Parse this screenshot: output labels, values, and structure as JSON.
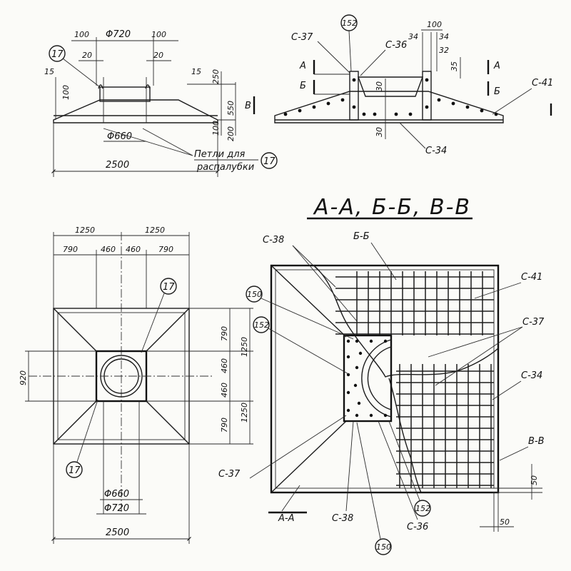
{
  "elevation": {
    "d100_left": "100",
    "d_phi720": "Φ720",
    "d100_right": "100",
    "d20_left": "20",
    "d20_right": "20",
    "d15_left": "15",
    "d15_right": "15",
    "d100_side": "100",
    "d250": "250",
    "d550": "550",
    "section_b": "В",
    "d100_bottom": "100",
    "d200": "200",
    "d_phi660": "Φ660",
    "d2500": "2500",
    "callout_17": "17",
    "note_line1": "Петли для",
    "note_line2": "распалубки"
  },
  "section_view": {
    "c37": "С-37",
    "c36": "С-36",
    "c41": "С-41",
    "c34": "С-34",
    "callout_152": "152",
    "d100": "100",
    "d34_left": "34",
    "d34_right": "34",
    "d32": "32",
    "d35": "35",
    "d30_top": "30",
    "d30_bottom": "30",
    "mark_a_left": "А",
    "mark_b_left": "Б",
    "mark_a_right": "А",
    "mark_b_right": "Б"
  },
  "plan": {
    "d1250_left": "1250",
    "d1250_right": "1250",
    "d790_left": "790",
    "d460_left": "460",
    "d460_right": "460",
    "d790_right": "790",
    "v790_top": "790",
    "v1250_top": "1250",
    "v460_a": "460",
    "v460_b": "460",
    "v790_bottom": "790",
    "v1250_bottom": "1250",
    "d920": "920",
    "d_phi660": "Φ660",
    "d_phi720": "Φ720",
    "d2500": "2500",
    "callout_17_top": "17",
    "callout_17_bottom": "17"
  },
  "sections": {
    "title": "А-А, Б-Б, В-В",
    "label_bb": "Б-Б",
    "label_aa": "А-А",
    "label_vv": "В-В",
    "c38_top": "С-38",
    "c38_bottom": "С-38",
    "c41": "С-41",
    "c37_right": "С-37",
    "c37_left": "С-37",
    "c34": "С-34",
    "c36": "С-36",
    "callout_150_top": "150",
    "callout_150_bottom": "150",
    "callout_152_top": "152",
    "callout_152_bottom": "152",
    "d50_right": "50",
    "d50_bottom": "50"
  }
}
